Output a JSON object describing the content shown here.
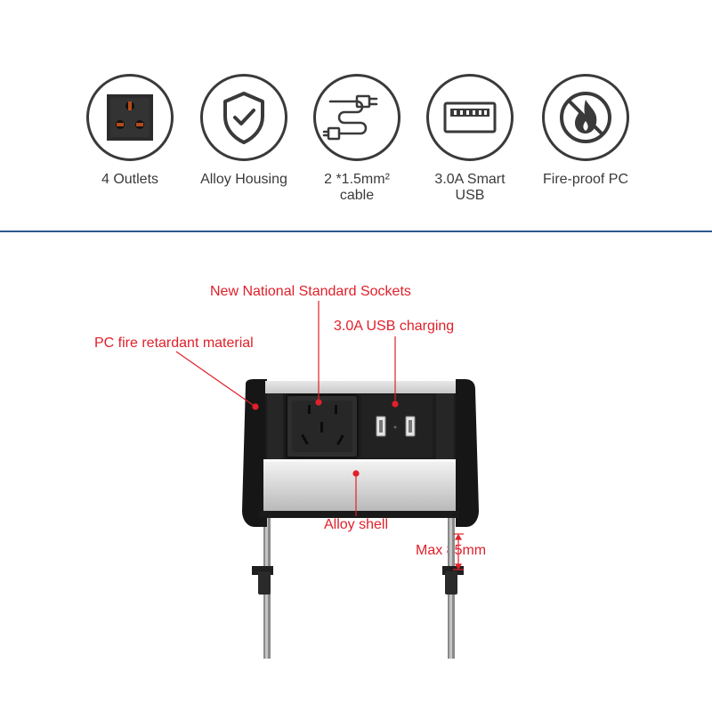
{
  "features": [
    {
      "icon": "outlet-icon",
      "label_lines": [
        "4 Outlets"
      ]
    },
    {
      "icon": "shield-check-icon",
      "label_lines": [
        "Alloy Housing"
      ]
    },
    {
      "icon": "cable-icon",
      "label_lines": [
        "2 *1.5mm²",
        "cable"
      ]
    },
    {
      "icon": "usb-port-icon",
      "label_lines": [
        "3.0A Smart",
        "USB"
      ]
    },
    {
      "icon": "no-fire-icon",
      "label_lines": [
        "Fire-proof PC"
      ]
    }
  ],
  "callouts": {
    "sockets": "New National Standard Sockets",
    "usb": "3.0A USB charging",
    "material": "PC fire retardant material",
    "shell": "Alloy shell",
    "max_thickness": "Max 85mm"
  },
  "colors": {
    "accent_red": "#e0202a",
    "divider_blue": "#2d5a8c",
    "icon_dark": "#3a3a3a"
  }
}
